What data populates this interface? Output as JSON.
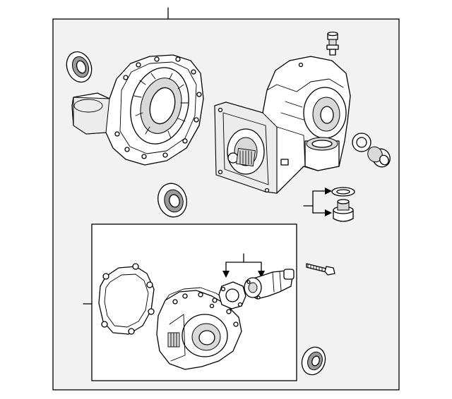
{
  "diagram": {
    "background": "#ffffff",
    "panel_fill": "#f2f2f2",
    "line_color": "#000000",
    "parts": [
      "oil-seal",
      "vent-plug",
      "differential-housing-cover",
      "differential-carrier",
      "drain-plug-gasket",
      "drain-plug",
      "axle-seal",
      "bolt",
      "coupling-gasket",
      "coupling-housing",
      "actuator-gasket",
      "coupling-actuator"
    ]
  }
}
